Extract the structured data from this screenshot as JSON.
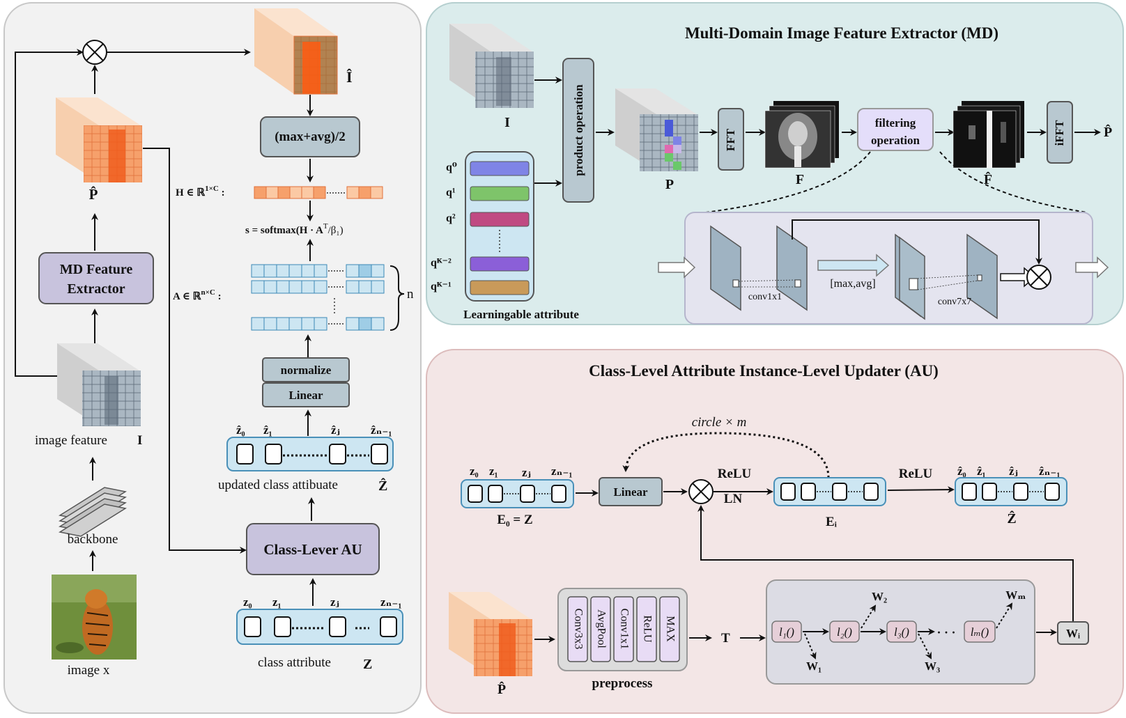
{
  "left": {
    "out_label": "Î",
    "p_label": "P̂",
    "md_box": [
      "MD Feature",
      "Extractor"
    ],
    "image_feature": "image feature",
    "image_feature_var": "I",
    "backbone": "backbone",
    "image_x": "image x",
    "maxavg": "(max+avg)/2",
    "h_label": "H ∈ ℝ",
    "h_sup": "1×C",
    "h_colon": " :",
    "s_formula": "s = softmax(H · A",
    "s_sup": "T",
    "s_tail": "/β₁)",
    "a_label": "A ∈ ℝ",
    "a_sup": "n×C",
    "a_colon": " :",
    "n_label": "n",
    "normalize": "normalize",
    "linear": "Linear",
    "z_hat_labels": [
      "ẑ₀",
      "ẑ₁",
      "ẑⱼ",
      "ẑₙ₋₁"
    ],
    "updated_attr": "updated class attibuate",
    "updated_var": "Ẑ",
    "au_box": "Class-Lever AU",
    "z_labels": [
      "z₀",
      "z₁",
      "zⱼ",
      "zₙ₋₁"
    ],
    "class_attr": "class attribute",
    "class_var": "Z"
  },
  "md": {
    "title": "Multi-Domain Image Feature Extractor (MD)",
    "i_label": "I",
    "product": "product  operation",
    "q_labels": [
      "q⁰",
      "q¹",
      "q²",
      "qᴷ⁻²",
      "qᴷ⁻¹"
    ],
    "learn_label": "Learningable attribute",
    "p_label": "P",
    "fft": "FFT",
    "f_label": "F",
    "filtering": [
      "filtering",
      "operation"
    ],
    "f_hat": "F̂",
    "ifft": "iFFT",
    "p_hat": "P̂",
    "conv1": "conv1x1",
    "maxavg": "[max,avg]",
    "conv7": "conv7x7"
  },
  "au": {
    "title": "Class-Level Attribute Instance-Level Updater (AU)",
    "circle": "circle × m",
    "z_labels": [
      "z₀",
      "z₁",
      "zⱼ",
      "zₙ₋₁"
    ],
    "e0": "E₀ = Z",
    "linear": "Linear",
    "relu1": "ReLU",
    "ln": "LN",
    "ei": "Eᵢ",
    "relu2": "ReLU",
    "zhat_labels": [
      "ẑ₀",
      "ẑ₁",
      "ẑⱼ",
      "ẑₙ₋₁"
    ],
    "zhat_var": "Ẑ",
    "p_hat": "P̂",
    "pre_layers": [
      "Conv3x3",
      "AvgPool",
      "Conv1x1",
      "ReLU",
      "MAX"
    ],
    "preprocess": "preprocess",
    "t_label": "T",
    "l_labels": [
      "l₁()",
      "l₂()",
      "l₃()",
      "lₘ()"
    ],
    "w_labels": [
      "W₁",
      "W₂",
      "W₃",
      "Wₘ"
    ],
    "dots": "· · ·",
    "wi": "Wᵢ"
  },
  "colors": {
    "left_bg": "#f2f2f2",
    "md_bg": "#dbecec",
    "au_bg": "#f3e6e6",
    "box_blue": "#b8c8d0",
    "box_purple": "#c8c3dd",
    "orange": "#f0884a",
    "vec_blue": "#cde6f2"
  }
}
